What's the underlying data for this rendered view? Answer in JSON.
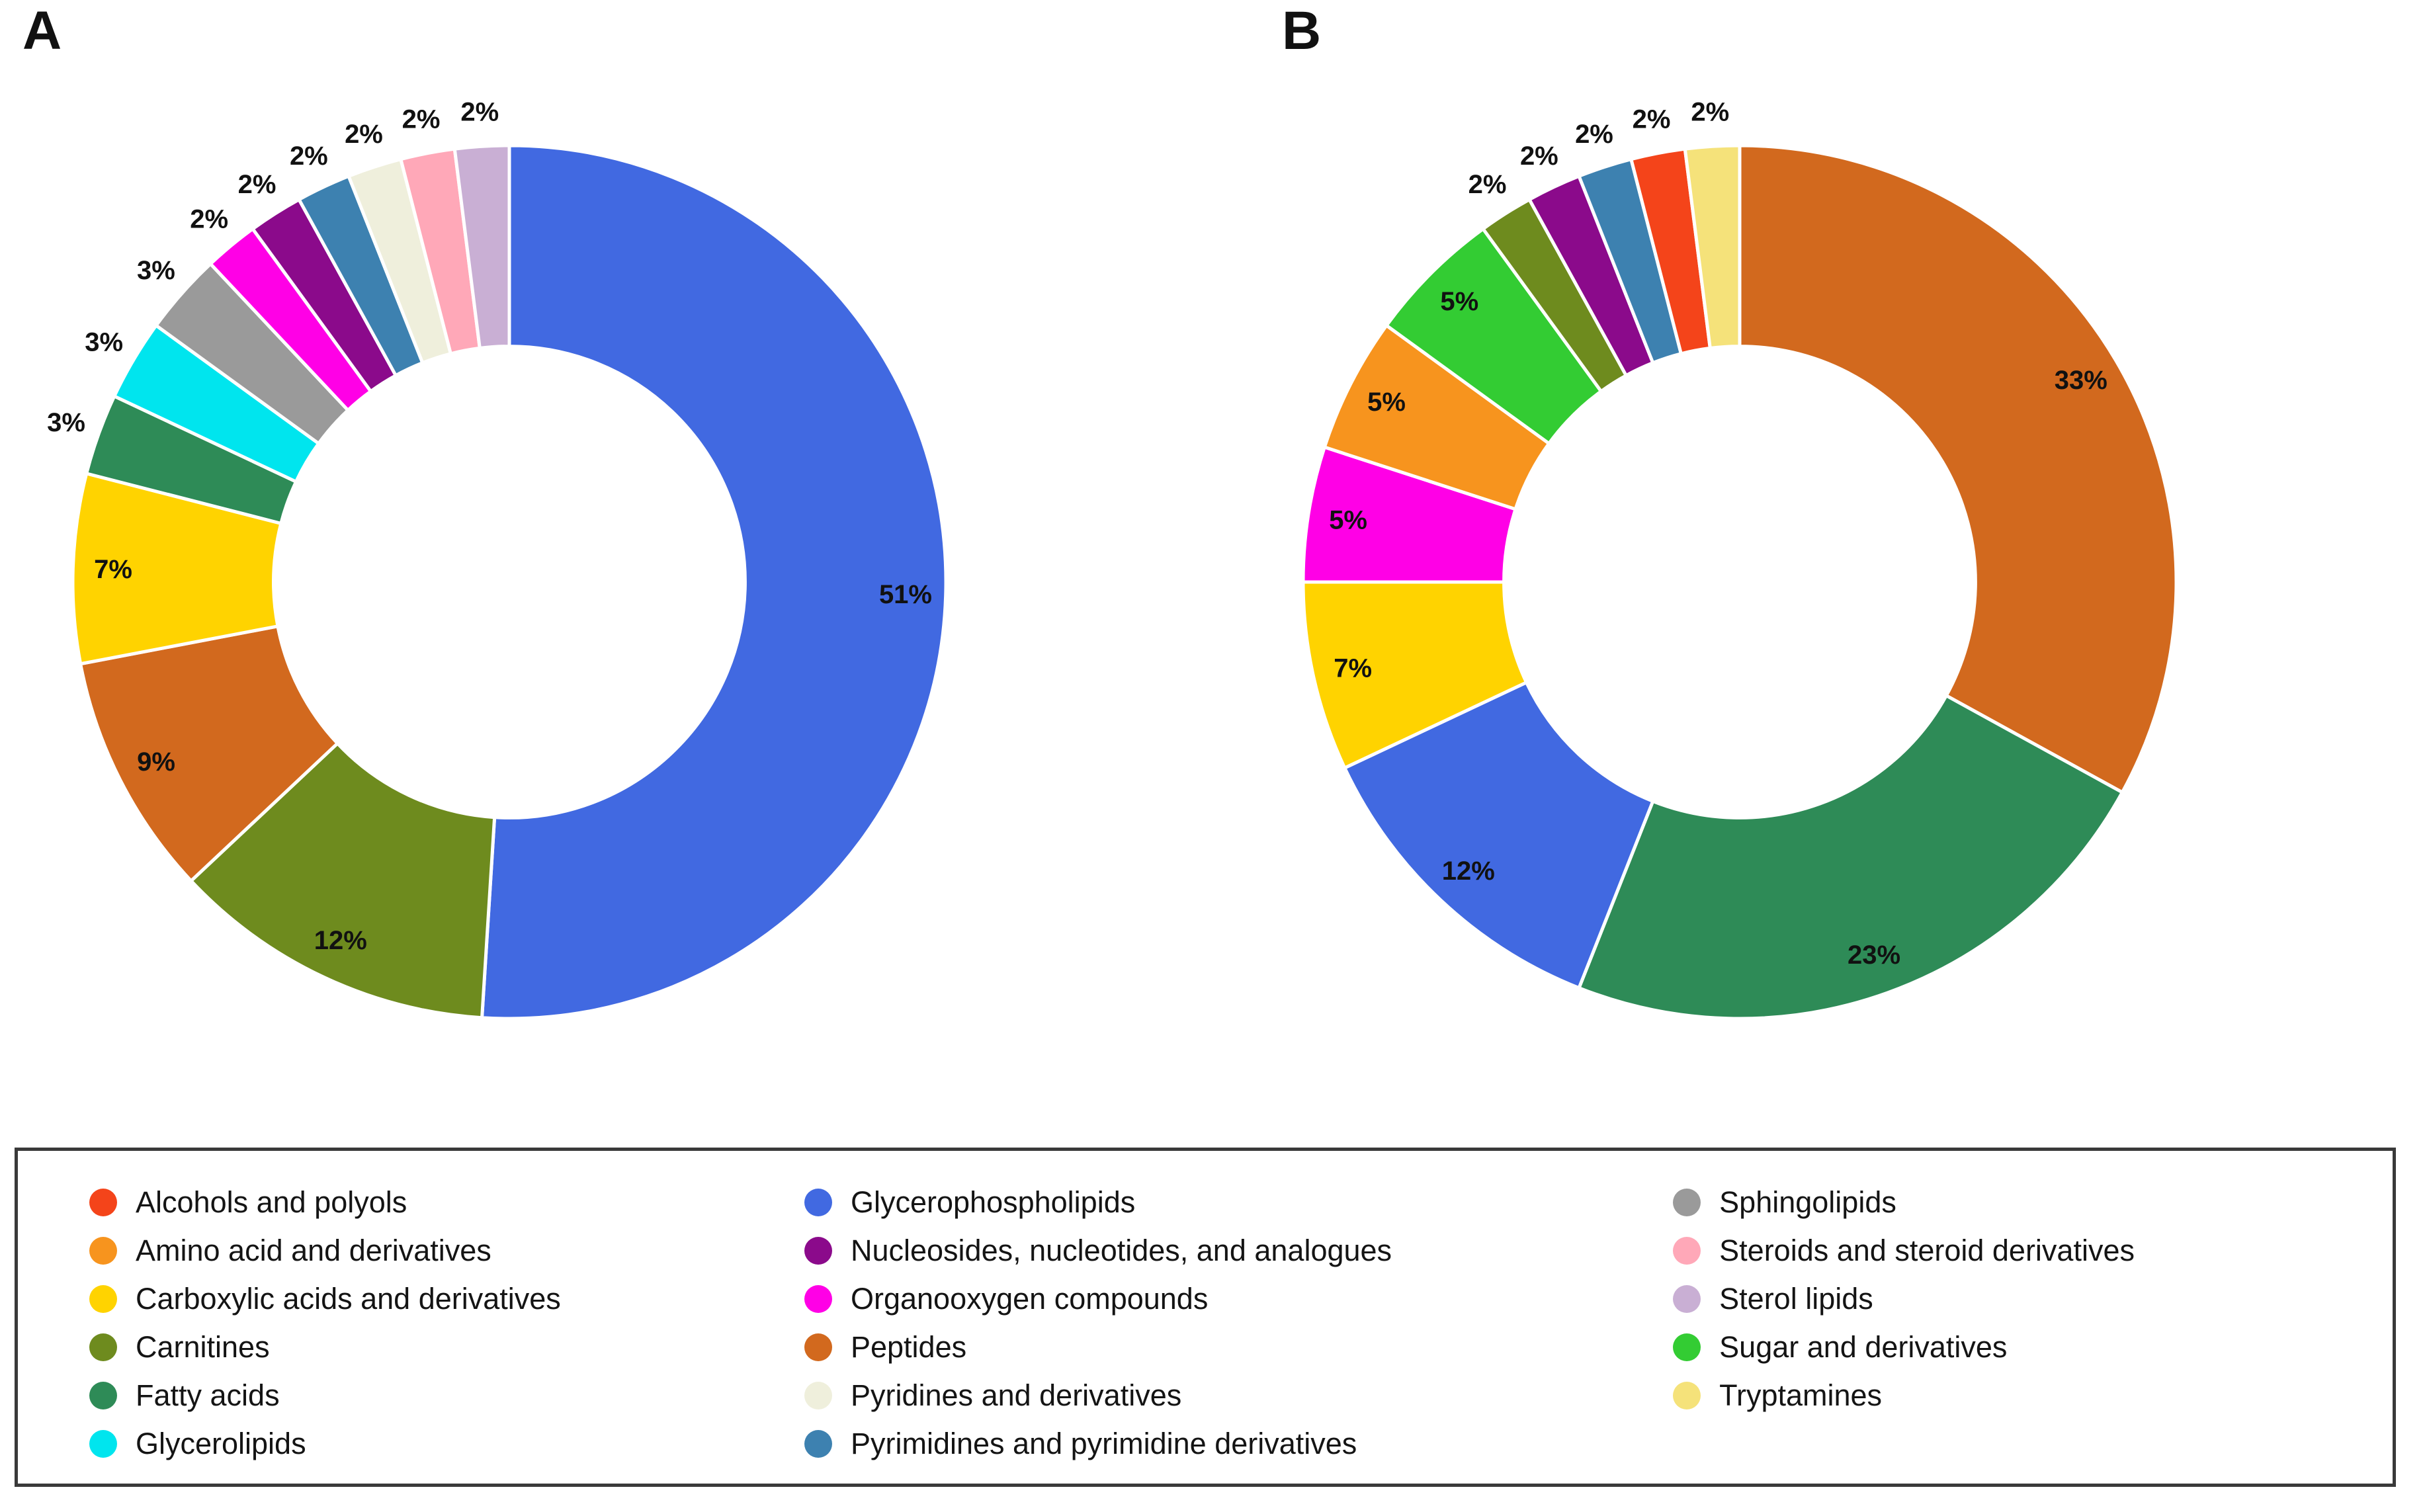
{
  "figure": {
    "panels": [
      {
        "label": "A"
      },
      {
        "label": "B"
      }
    ]
  },
  "legend": {
    "columns": [
      {
        "items": [
          {
            "label": "Alcohols and polyols",
            "color": "#F4441A"
          },
          {
            "label": "Amino acid and derivatives",
            "color": "#F7941E"
          },
          {
            "label": "Carboxylic acids and derivatives",
            "color": "#FFD300"
          },
          {
            "label": "Carnitines",
            "color": "#6E8B1E"
          },
          {
            "label": "Fatty acids",
            "color": "#2E8B57"
          },
          {
            "label": "Glycerolipids",
            "color": "#00E5EE"
          }
        ]
      },
      {
        "items": [
          {
            "label": "Glycerophospholipids",
            "color": "#4169E1"
          },
          {
            "label": "Nucleosides, nucleotides, and analogues",
            "color": "#8B0A8B"
          },
          {
            "label": "Organooxygen compounds",
            "color": "#FF00E6"
          },
          {
            "label": "Peptides",
            "color": "#D2691E"
          },
          {
            "label": "Pyridines and derivatives",
            "color": "#EFEFDC"
          },
          {
            "label": "Pyrimidines and pyrimidine derivatives",
            "color": "#3D81B0"
          }
        ]
      },
      {
        "items": [
          {
            "label": "Sphingolipids",
            "color": "#9A9A9A"
          },
          {
            "label": "Steroids and steroid derivatives",
            "color": "#FFA8B8"
          },
          {
            "label": "Sterol lipids",
            "color": "#C9AFD4"
          },
          {
            "label": "Sugar and derivatives",
            "color": "#33CC33"
          },
          {
            "label": "Tryptamines",
            "color": "#F5E27A"
          }
        ]
      }
    ]
  },
  "chart_data": [
    {
      "type": "pie",
      "variant": "donut",
      "panel": "A",
      "title": "",
      "hole_ratio": 0.54,
      "start_angle_deg": 0,
      "direction": "clockwise",
      "value_unit": "%",
      "labels": [
        "Glycerophospholipids",
        "Carnitines",
        "Peptides",
        "Carboxylic acids and derivatives",
        "Fatty acids",
        "Glycerolipids",
        "Sphingolipids",
        "Organooxygen compounds",
        "Nucleosides, nucleotides, and analogues",
        "Pyrimidines and pyrimidine derivatives",
        "Pyridines and derivatives",
        "Steroids and steroid derivatives",
        "Sterol lipids"
      ],
      "values": [
        51,
        12,
        9,
        7,
        3,
        3,
        3,
        2,
        2,
        2,
        2,
        2,
        2
      ],
      "data_labels": [
        "51%",
        "12%",
        "9%",
        "7%",
        "3%",
        "3%",
        "3%",
        "2%",
        "2%",
        "2%",
        "2%",
        "2%",
        "2%"
      ],
      "colors": [
        "#4169E1",
        "#6E8B1E",
        "#D2691E",
        "#FFD300",
        "#2E8B57",
        "#00E5EE",
        "#9A9A9A",
        "#FF00E6",
        "#8B0A8B",
        "#3D81B0",
        "#EFEFDC",
        "#FFA8B8",
        "#C9AFD4"
      ]
    },
    {
      "type": "pie",
      "variant": "donut",
      "panel": "B",
      "title": "",
      "hole_ratio": 0.54,
      "start_angle_deg": 0,
      "direction": "clockwise",
      "value_unit": "%",
      "labels": [
        "Peptides",
        "Fatty acids",
        "Glycerophospholipids",
        "Carboxylic acids and derivatives",
        "Organooxygen compounds",
        "Amino acid and derivatives",
        "Sugar and derivatives",
        "Carnitines",
        "Nucleosides, nucleotides, and analogues",
        "Pyrimidines and pyrimidine derivatives",
        "Alcohols and polyols",
        "Tryptamines"
      ],
      "values": [
        33,
        23,
        12,
        7,
        5,
        5,
        5,
        2,
        2,
        2,
        2,
        2
      ],
      "data_labels": [
        "33%",
        "23%",
        "12%",
        "7%",
        "5%",
        "5%",
        "5%",
        "2%",
        "2%",
        "2%",
        "2%",
        "2%"
      ],
      "colors": [
        "#D2691E",
        "#2E8B57",
        "#4169E1",
        "#FFD300",
        "#FF00E6",
        "#F7941E",
        "#33CC33",
        "#6E8B1E",
        "#8B0A8B",
        "#3D81B0",
        "#F4441A",
        "#F5E27A"
      ]
    }
  ]
}
